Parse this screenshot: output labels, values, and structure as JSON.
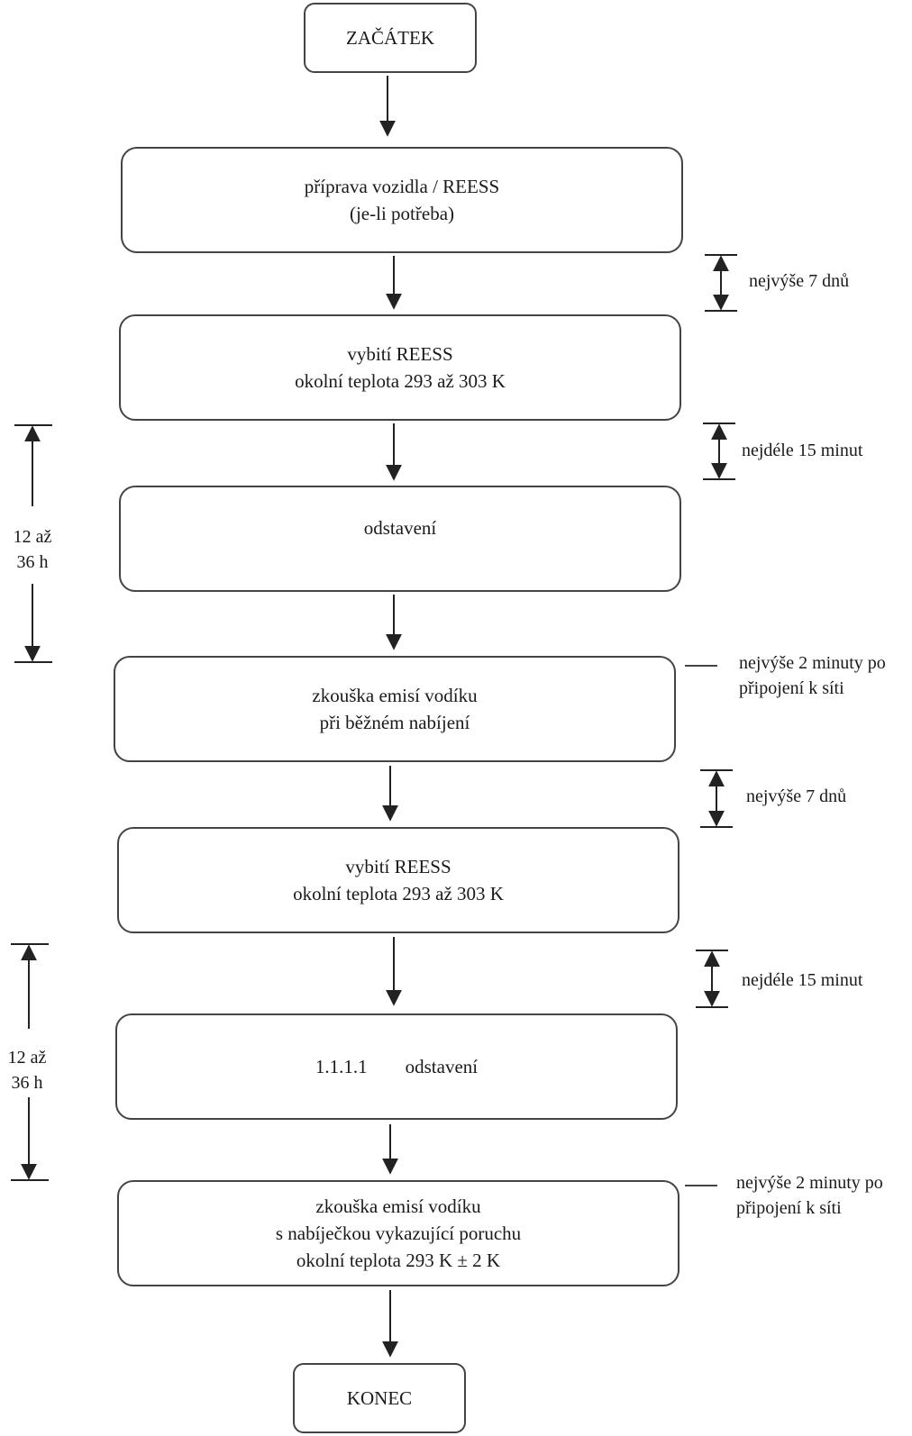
{
  "flowchart": {
    "start": "ZAČÁTEK",
    "end": "KONEC",
    "steps": [
      {
        "lines": [
          "příprava vozidla / REESS",
          "(je-li potřeba)"
        ]
      },
      {
        "lines": [
          "vybití REESS",
          "okolní teplota 293 až 303 K"
        ]
      },
      {
        "lines": [
          "odstavení"
        ]
      },
      {
        "lines": [
          "zkouška emisí vodíku",
          "při běžném nabíjení"
        ]
      },
      {
        "lines": [
          "vybití REESS",
          "okolní teplota 293 až 303 K"
        ]
      },
      {
        "lines": [
          "1.1.1.1        odstavení"
        ]
      },
      {
        "lines": [
          "zkouška emisí vodíku",
          "s nabíječkou vykazující poruchu",
          "okolní teplota 293 K ± 2 K"
        ]
      }
    ],
    "intervals": [
      {
        "label": "nejvýše 7 dnů"
      },
      {
        "label": "nejdéle 15 minut"
      },
      {
        "label": [
          "nejvýše 2 minuty po",
          "připojení k síti"
        ]
      },
      {
        "label": "nejvýše 7 dnů"
      },
      {
        "label": "nejdéle 15 minut"
      },
      {
        "label": [
          "nejvýše 2 minuty po",
          "připojení k síti"
        ]
      }
    ],
    "soak_durations": [
      {
        "lines": [
          "12 až",
          "36 h"
        ]
      },
      {
        "lines": [
          "12 až",
          "36 h"
        ]
      }
    ]
  }
}
